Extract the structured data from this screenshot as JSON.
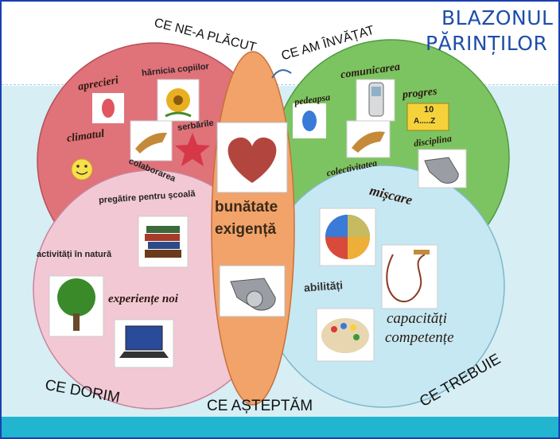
{
  "title": {
    "line1": "BLAZONUL",
    "line2": "PĂRINȚILOR"
  },
  "sections": {
    "top_left": {
      "heading": "CE NE-A PLĂCUT",
      "labels": {
        "aprecieri": "aprecieri",
        "harnicia": "hărnicia copiilor",
        "climatul": "climatul",
        "colaborarea": "colaborarea",
        "serbarile": "serbările"
      }
    },
    "top_right": {
      "heading": "CE AM ÎNVĂȚAT",
      "labels": {
        "comunicarea": "comunicarea",
        "pedeapsa": "pedeapsa",
        "progres": "progres",
        "colectivitatea": "colectivitatea",
        "disciplina": "disciplina"
      },
      "progress_card": {
        "top": "10",
        "bottom": "A.....Z"
      }
    },
    "bottom_left": {
      "heading": "CE DORIM",
      "labels": {
        "pregatire": "pregătire pentru școală",
        "activitati": "activități în natură",
        "experiente": "experiențe noi"
      }
    },
    "bottom_right": {
      "heading": "CE TREBUIE",
      "labels": {
        "miscare": "mișcare",
        "abilitati": "abilități",
        "capacitati": "capacități",
        "competente": "competențe"
      }
    },
    "center": {
      "heading": "CE AȘTEPTĂM",
      "labels": {
        "bunatate": "bunătate",
        "exigenta": "exigență"
      }
    }
  },
  "colors": {
    "border": "#1a3fb0",
    "title": "#1e4ea8",
    "circle_red": "#e0727a",
    "circle_green": "#7cc462",
    "circle_pink": "#f2c8d4",
    "circle_blue": "#c6e8f2",
    "ellipse_orange": "#f2a36a",
    "band": "#22b5cf"
  },
  "icons": [
    "heart-icon",
    "whistle-icon",
    "smiley-icon",
    "star-icon",
    "egg-icon",
    "flower-icon",
    "handshake-icon",
    "phone-icon",
    "books-icon",
    "tree-icon",
    "laptop-icon",
    "ball-icon",
    "jump-rope-icon",
    "paint-palette-icon"
  ]
}
